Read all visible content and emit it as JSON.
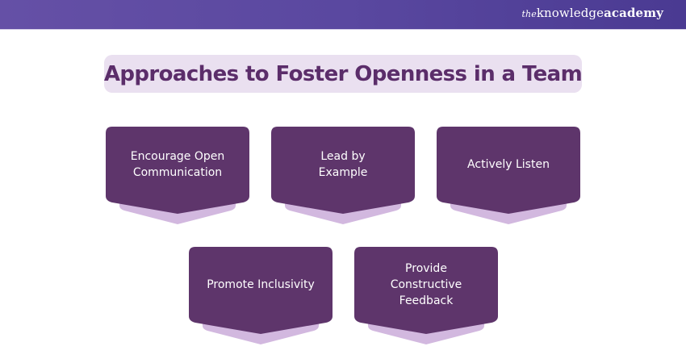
{
  "header": {
    "logo_the": "the",
    "logo_knowledge": "knowledge",
    "logo_academy": "academy"
  },
  "title": "Approaches to Foster Openness in a Team",
  "colors": {
    "header_bg": "#5a48a0",
    "title_bg": "#eae0f0",
    "title_text": "#5b2d6a",
    "card_fill": "#5e356b",
    "card_shadow": "#d2b8df",
    "card_text": "#ffffff"
  },
  "approaches": [
    {
      "label": "Encourage Open\nCommunication"
    },
    {
      "label": "Lead by\nExample"
    },
    {
      "label": "Actively Listen"
    },
    {
      "label": "Promote Inclusivity"
    },
    {
      "label": "Provide\nConstructive\nFeedback"
    }
  ]
}
